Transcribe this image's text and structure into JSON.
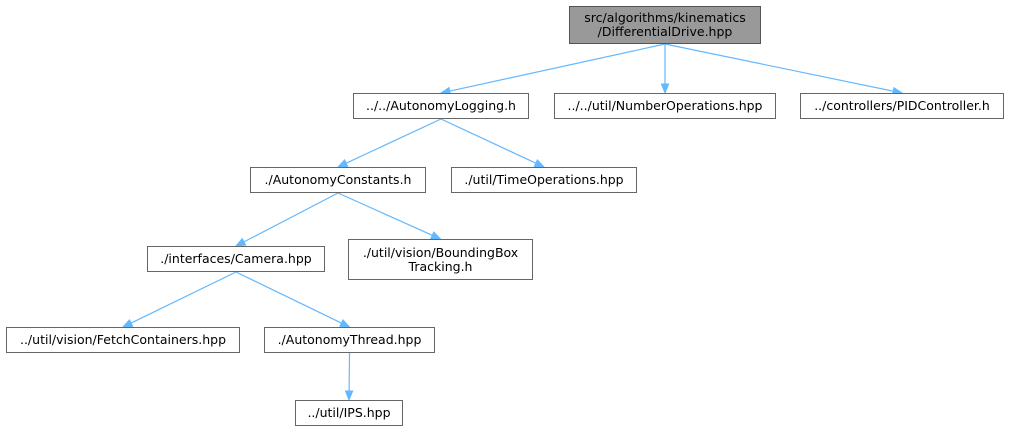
{
  "graph": {
    "nodes": {
      "root": {
        "label": "src/algorithms/kinematics\n/DifferentialDrive.hpp"
      },
      "logging": {
        "label": "../../AutonomyLogging.h"
      },
      "numops": {
        "label": "../../util/NumberOperations.hpp"
      },
      "pid": {
        "label": "../controllers/PIDController.h"
      },
      "constants": {
        "label": "./AutonomyConstants.h"
      },
      "timeops": {
        "label": "./util/TimeOperations.hpp"
      },
      "camera": {
        "label": "./interfaces/Camera.hpp"
      },
      "bbox": {
        "label": "./util/vision/BoundingBox\nTracking.h"
      },
      "fetch": {
        "label": "../util/vision/FetchContainers.hpp"
      },
      "thread": {
        "label": "./AutonomyThread.hpp"
      },
      "ips": {
        "label": "../util/IPS.hpp"
      }
    },
    "edges": [
      [
        "root",
        "logging"
      ],
      [
        "root",
        "numops"
      ],
      [
        "root",
        "pid"
      ],
      [
        "logging",
        "constants"
      ],
      [
        "logging",
        "timeops"
      ],
      [
        "constants",
        "camera"
      ],
      [
        "constants",
        "bbox"
      ],
      [
        "camera",
        "fetch"
      ],
      [
        "camera",
        "thread"
      ],
      [
        "thread",
        "ips"
      ]
    ],
    "colors": {
      "edge": "#63b8ff",
      "node_border": "#666666",
      "root_fill": "#999999"
    }
  }
}
